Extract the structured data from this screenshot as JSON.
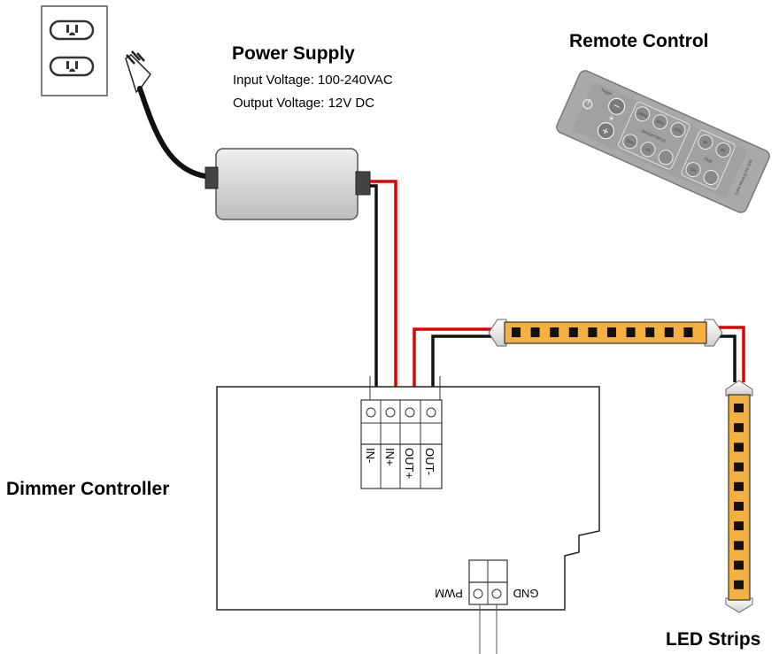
{
  "labels": {
    "power_supply": {
      "title": "Power Supply",
      "input_voltage": "Input Voltage: 100-240VAC",
      "output_voltage": "Output Voltage: 12V DC"
    },
    "remote_control": "Remote Control",
    "dimmer_controller": "Dimmer Controller",
    "led_strips": "LED Strips"
  },
  "terminals": {
    "top": [
      "IN-",
      "IN+",
      "OUT+",
      "OUT-"
    ],
    "bottom": [
      "PWM",
      "GND"
    ]
  },
  "remote_buttons": {
    "toggle": "Toggle",
    "plus": "+",
    "minus": "−",
    "row1": [
      "100%",
      "50%",
      "25%"
    ],
    "row2": [
      "10%",
      "1%",
      "3h"
    ],
    "row3": [
      "6h",
      "12h"
    ],
    "group1": "BRIGHTNESS",
    "group2": "TIME",
    "brand": "Color Moving RC-500"
  },
  "colors": {
    "wire_positive": "#e00000",
    "wire_negative": "#111111",
    "led_strip": "#f4b13f",
    "led_chip": "#111111",
    "power_brick": "#d9d9d9",
    "remote_body": "#a9a9a9"
  }
}
